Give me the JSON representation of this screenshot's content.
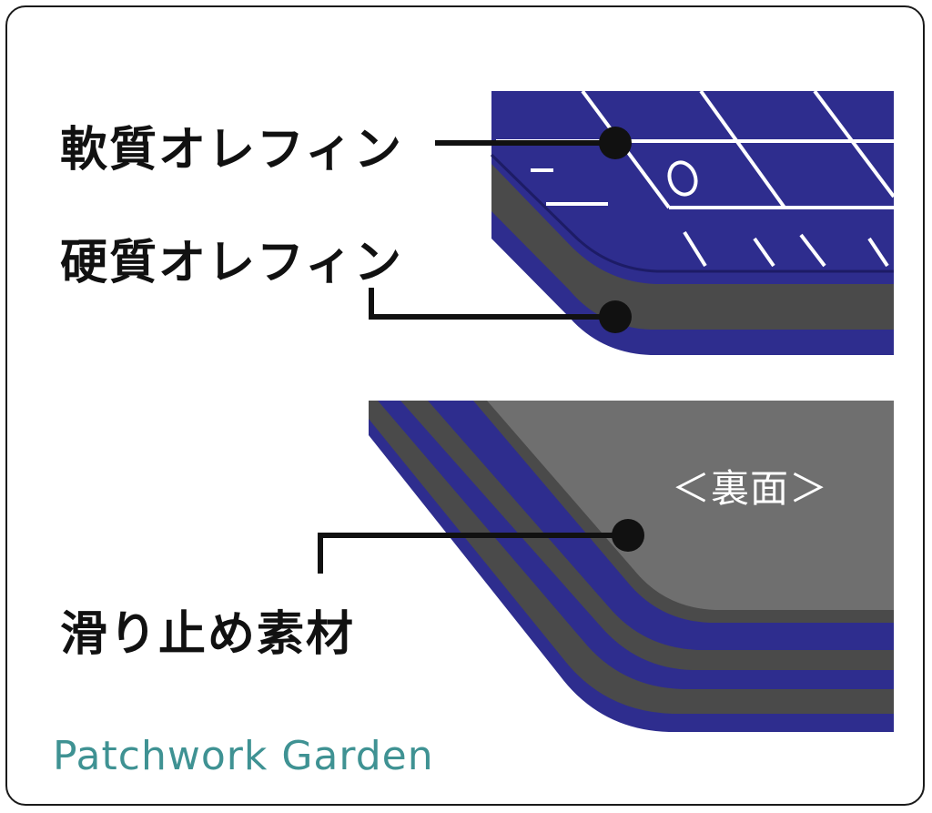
{
  "labels": {
    "soft_olefin": "軟質オレフィン",
    "hard_olefin": "硬質オレフィン",
    "anti_slip": "滑り止め素材",
    "back_side": "＜裏面＞"
  },
  "brand": "Patchwork Garden",
  "colors": {
    "mat_blue": "#2e2d8e",
    "mat_blue_dark": "#1d1c66",
    "core_gray": "#4a4a4a",
    "back_gray": "#6f6f6f",
    "grid_white": "#ffffff",
    "leader_black": "#111111",
    "brand_teal": "#3f9293",
    "frame_border": "#1a1a1a"
  }
}
